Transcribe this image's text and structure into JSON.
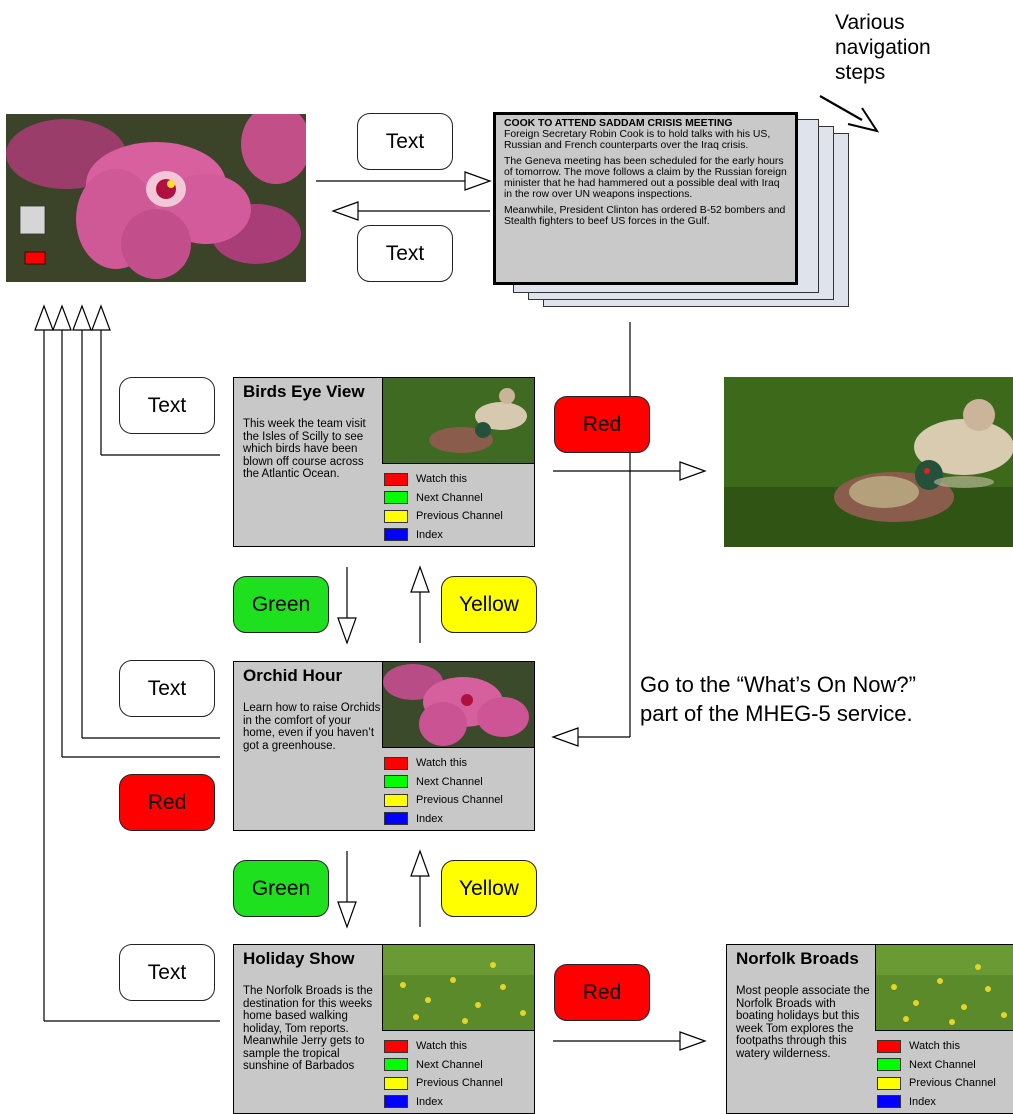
{
  "note_top": [
    "Various",
    "navigation",
    "steps"
  ],
  "note_mid": [
    "Go to the “What’s On Now?”",
    "part of the MHEG-5 service."
  ],
  "keys": {
    "text": "Text",
    "red": "Red",
    "green": "Green",
    "yellow": "Yellow"
  },
  "textpage": {
    "headline": "COOK TO ATTEND SADDAM CRISIS MEETING",
    "para1": "Foreign Secretary Robin Cook is to hold talks with his US, Russian and French counterparts over the Iraq crisis.",
    "para2": "The Geneva meeting has been scheduled for the early hours of tomorrow. The move follows a claim by the Russian foreign minister that he had hammered out a possible deal with Iraq in the row over UN weapons inspections.",
    "para3": "Meanwhile, President Clinton has ordered B-52 bombers and Stealth fighters to beef US forces in the Gulf."
  },
  "menu": [
    "Watch this",
    "Next Channel",
    "Previous Channel",
    "Index"
  ],
  "menu_colors": [
    "#ff0000",
    "#00ff00",
    "#ffff00",
    "#0000ff"
  ],
  "panels": {
    "birds": {
      "title": "Birds Eye View",
      "desc": "This week the team visit the Isles of Scilly to see which birds have been blown off course across the Atlantic Ocean."
    },
    "orchid": {
      "title": "Orchid Hour",
      "desc": "Learn how to raise Orchids in the comfort of your home, even if you haven’t got a greenhouse."
    },
    "holiday": {
      "title": "Holiday Show",
      "desc": "The Norfolk Broads is the destination for this weeks home based walking holiday, Tom reports. Meanwhile Jerry gets to sample the tropical sunshine of Barbados"
    },
    "norfolk": {
      "title": "Norfolk Broads",
      "desc": "Most people associate the Norfolk Broads with boating holidays but this week Tom explores the footpaths through this watery wilderness."
    }
  }
}
